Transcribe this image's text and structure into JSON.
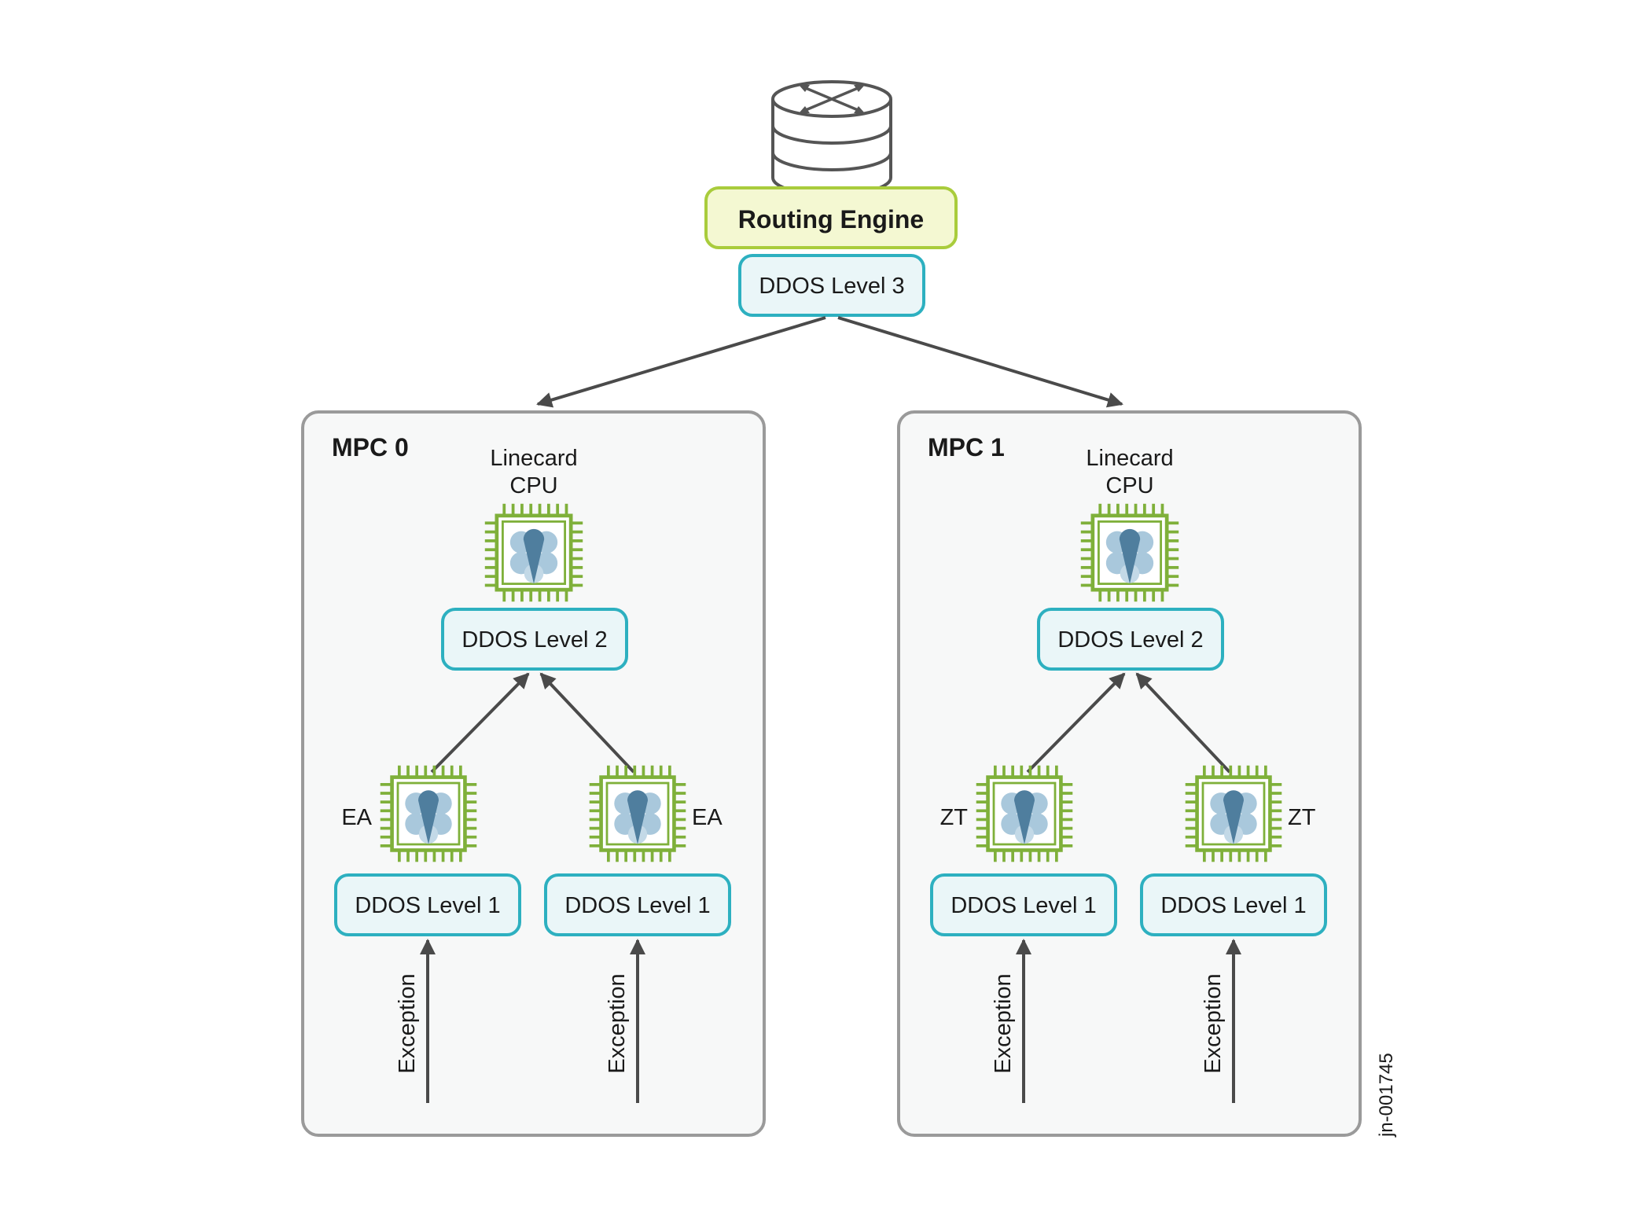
{
  "routing_engine": {
    "label": "Routing Engine",
    "ddos_label": "DDOS Level 3"
  },
  "mpcs": [
    {
      "title": "MPC 0",
      "cpu_label_line1": "Linecard",
      "cpu_label_line2": "CPU",
      "ddos2_label": "DDOS Level 2",
      "pfes": [
        {
          "label": "EA",
          "ddos1_label": "DDOS Level 1",
          "input_label": "Exception"
        },
        {
          "label": "EA",
          "ddos1_label": "DDOS Level 1",
          "input_label": "Exception"
        }
      ]
    },
    {
      "title": "MPC 1",
      "cpu_label_line1": "Linecard",
      "cpu_label_line2": "CPU",
      "ddos2_label": "DDOS Level 2",
      "pfes": [
        {
          "label": "ZT",
          "ddos1_label": "DDOS Level 1",
          "input_label": "Exception"
        },
        {
          "label": "ZT",
          "ddos1_label": "DDOS Level 1",
          "input_label": "Exception"
        }
      ]
    }
  ],
  "figure_id": "jn-001745",
  "colors": {
    "ddos_stroke": "#2db0c0",
    "ddos_fill": "#eaf6f8",
    "routing_engine_stroke": "#a9cc3c",
    "routing_engine_fill": "#f4f8d2",
    "chip_green": "#7fb03a",
    "chip_blue_dark": "#4f7e9e",
    "chip_blue_light": "#a9c8dc"
  },
  "icons": {
    "router": "router-icon",
    "chip": "processor-chip-icon"
  }
}
